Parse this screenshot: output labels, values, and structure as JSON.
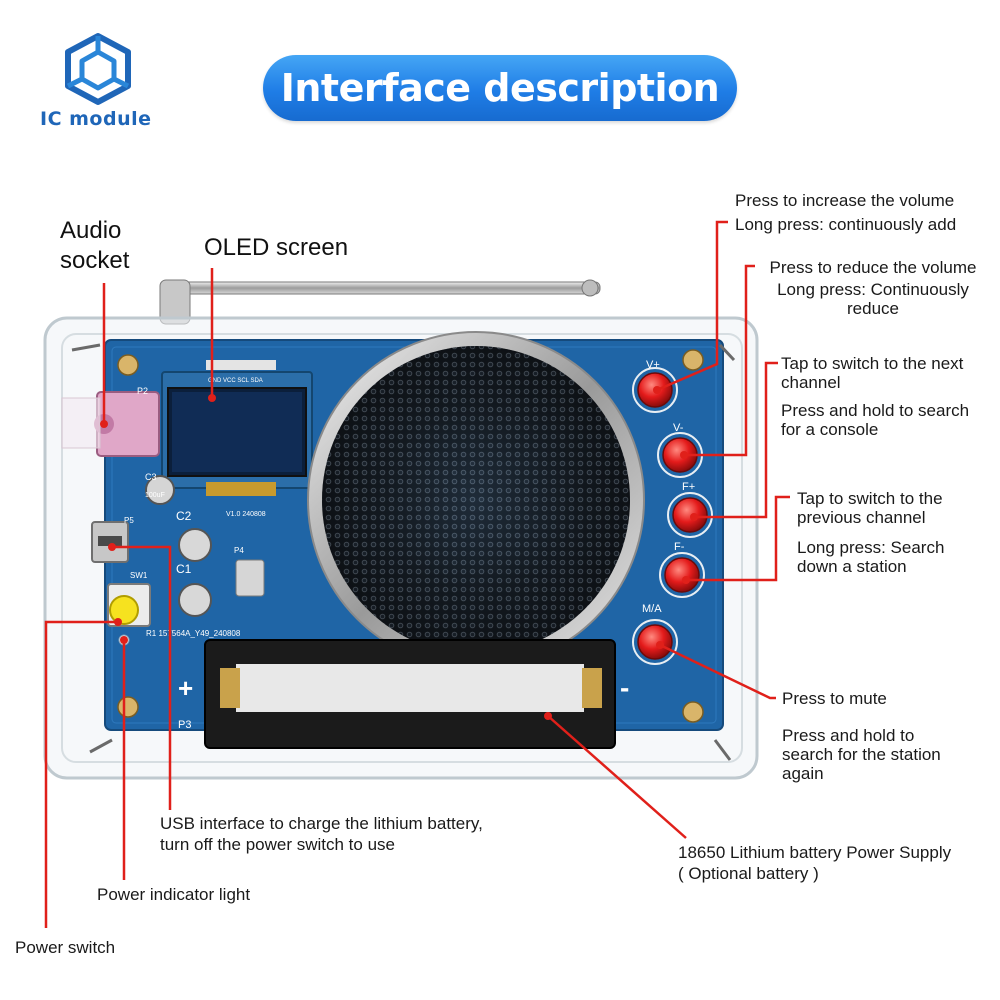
{
  "brand": {
    "logo_text": "IC module",
    "logo_icon": "hexagon-cube-icon",
    "accent": "#1f7de6"
  },
  "title": "Interface description",
  "callouts": {
    "audio_socket": [
      "Audio",
      "socket"
    ],
    "oled_screen": "OLED screen",
    "volume_up": [
      "Press to increase the volume",
      "Long press: continuously add"
    ],
    "volume_down": [
      "Press to reduce the volume",
      "Long press: Continuously",
      "reduce"
    ],
    "next_channel": [
      "Tap to switch to the next",
      "channel",
      "Press and hold to search",
      "for a console"
    ],
    "prev_channel": [
      "Tap to switch to the",
      "previous channel",
      "Long press: Search",
      "down a station"
    ],
    "mute": [
      "Press to mute",
      "Press and hold to",
      "search for the station",
      "again"
    ],
    "usb": [
      "USB interface to charge the lithium battery,",
      "turn off the power switch to use"
    ],
    "battery": [
      "18650 Lithium battery Power Supply",
      "( Optional battery )"
    ],
    "power_indicator": "Power indicator light",
    "power_switch": "Power switch"
  },
  "board": {
    "button_labels": [
      "V+",
      "V-",
      "F+",
      "F-",
      "M/A"
    ],
    "silk_labels": {
      "p2": "P2",
      "p3": "P3",
      "p5": "P5",
      "sw1": "SW1",
      "c1": "C1",
      "c2": "C2",
      "c3": "C3",
      "cap_value": "100uF",
      "p4": "P4",
      "oled_pins": "GND VCC SCL SDA",
      "version": "V1.0 240808",
      "serial": "R1 157564A_Y49_240808",
      "plus": "+",
      "minus": "-"
    }
  }
}
